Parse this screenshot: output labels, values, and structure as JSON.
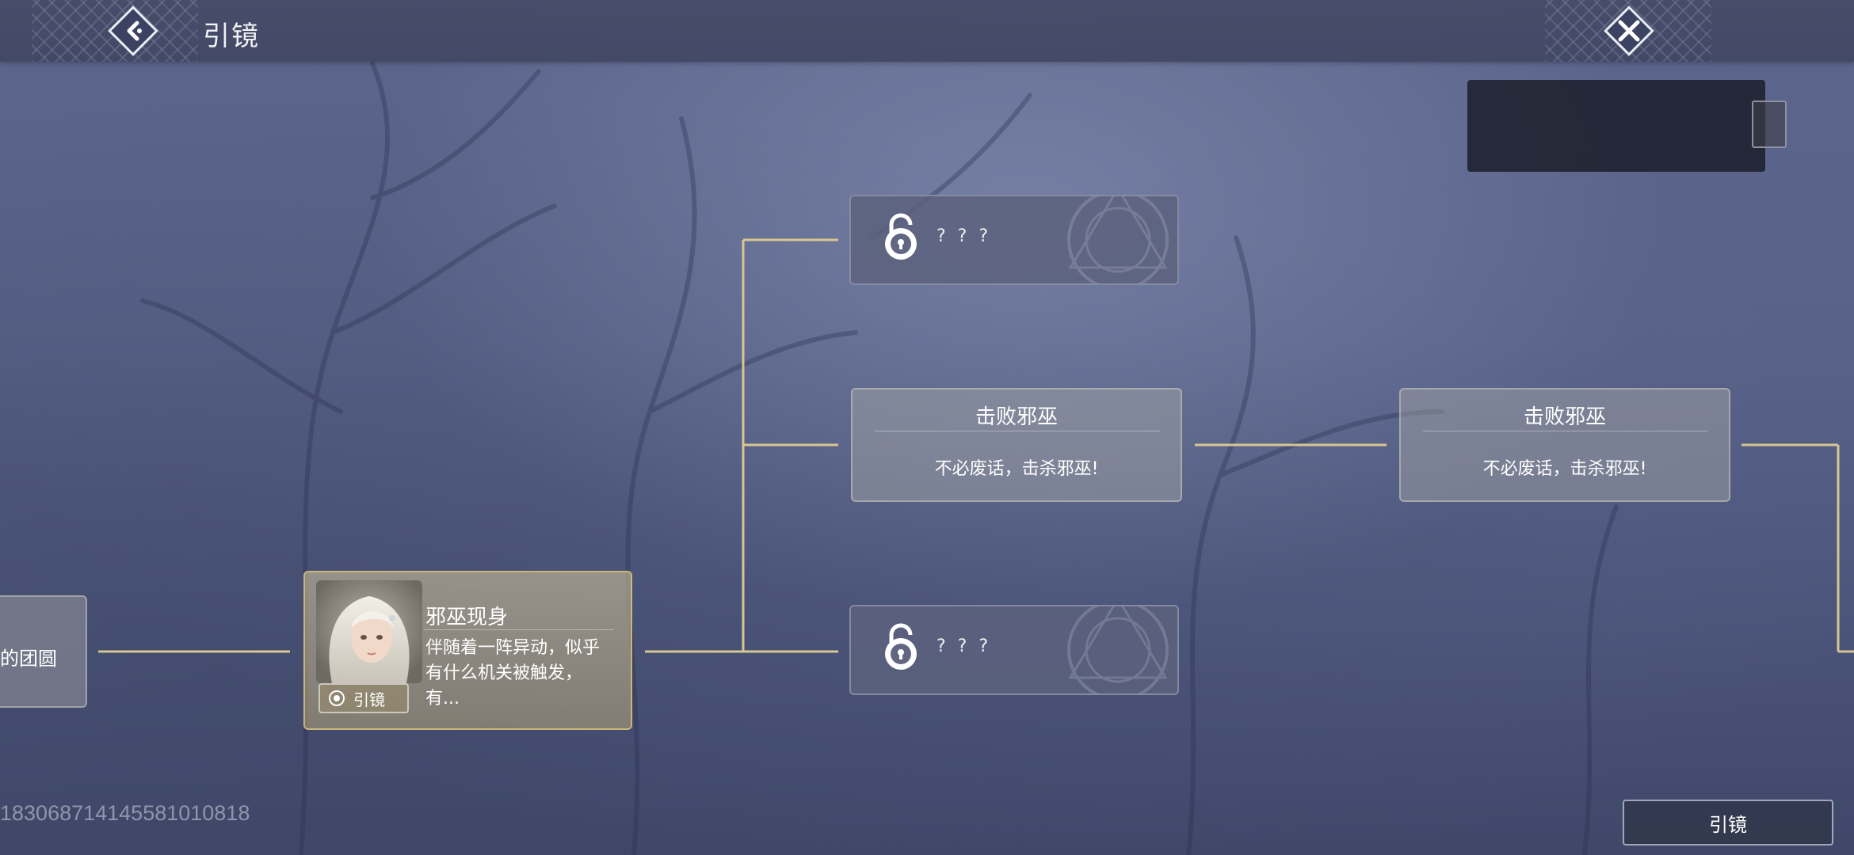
{
  "header": {
    "title": "引镜",
    "back_icon": "back-diamond-icon",
    "close_icon": "close-cross-icon"
  },
  "nodes": {
    "prev": {
      "text": "的团圆"
    },
    "current": {
      "title": "邪巫现身",
      "description": "伴随着一阵异动，似乎有什么机关被触发，有...",
      "badge": "引镜"
    },
    "locked_top": {
      "text": "? ? ?",
      "icon": "lock-icon"
    },
    "branch_middle": {
      "title": "击败邪巫",
      "description": "不必废话，击杀邪巫!"
    },
    "locked_bottom": {
      "text": "? ? ?",
      "icon": "lock-icon"
    },
    "next": {
      "title": "击败邪巫",
      "description": "不必废话，击杀邪巫!"
    }
  },
  "footer": {
    "uid": "18306871414558101081​8",
    "button_label": "引镜"
  },
  "colors": {
    "connector": "#d8c690",
    "active_border": "#d6be78",
    "background": "#59638a"
  }
}
